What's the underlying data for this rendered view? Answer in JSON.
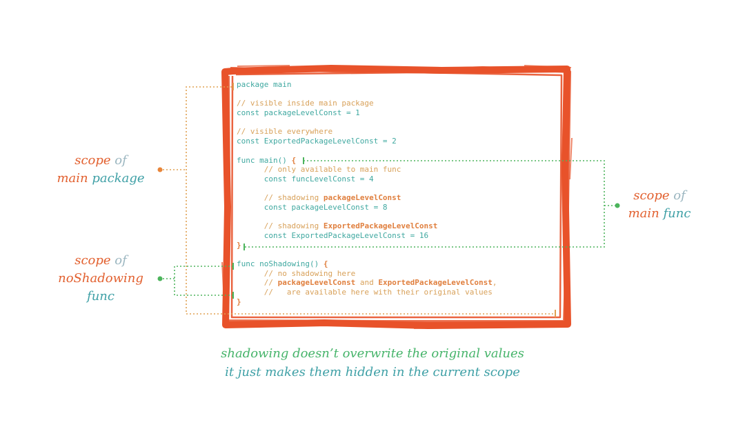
{
  "code": {
    "lines": [
      [
        {
          "t": "package main",
          "c": "teal"
        }
      ],
      [],
      [
        {
          "t": "// visible inside main package",
          "c": "tan"
        }
      ],
      [
        {
          "t": "const packageLevelConst = 1",
          "c": "teal"
        }
      ],
      [],
      [
        {
          "t": "// visible everywhere",
          "c": "tan"
        }
      ],
      [
        {
          "t": "const ExportedPackageLevelConst = 2",
          "c": "teal"
        }
      ],
      [],
      [
        {
          "t": "func main() ",
          "c": "teal"
        },
        {
          "t": "{",
          "c": "tan-b"
        }
      ],
      [
        {
          "t": "      // only available to main func",
          "c": "tan"
        }
      ],
      [
        {
          "t": "      const funcLevelConst = 4",
          "c": "teal"
        }
      ],
      [],
      [
        {
          "t": "      // shadowing ",
          "c": "tan"
        },
        {
          "t": "packageLevelConst",
          "c": "tan-b"
        }
      ],
      [
        {
          "t": "      const packageLevelConst = 8",
          "c": "teal"
        }
      ],
      [],
      [
        {
          "t": "      // shadowing ",
          "c": "tan"
        },
        {
          "t": "ExportedPackageLevelConst",
          "c": "tan-b"
        }
      ],
      [
        {
          "t": "      const ExportedPackageLevelConst = 16",
          "c": "teal"
        }
      ],
      [
        {
          "t": "}",
          "c": "tan-b"
        }
      ],
      [],
      [
        {
          "t": "func noShadowing() ",
          "c": "teal"
        },
        {
          "t": "{",
          "c": "tan-b"
        }
      ],
      [
        {
          "t": "      // no shadowing here",
          "c": "tan"
        }
      ],
      [
        {
          "t": "      // ",
          "c": "tan"
        },
        {
          "t": "packageLevelConst",
          "c": "tan-b"
        },
        {
          "t": " and ",
          "c": "tan"
        },
        {
          "t": "ExportedPackageLevelConst",
          "c": "tan-b"
        },
        {
          "t": ",",
          "c": "tan"
        }
      ],
      [
        {
          "t": "      //   are available here with their original values",
          "c": "tan"
        }
      ],
      [
        {
          "t": "}",
          "c": "tan-b"
        }
      ]
    ]
  },
  "labels": {
    "scope_main_package": {
      "w1": "scope",
      "w2": "of",
      "w3": "main",
      "w4": "package"
    },
    "scope_main_func": {
      "w1": "scope",
      "w2": "of",
      "w3": "main",
      "w4": "func"
    },
    "scope_noshadowing_func": {
      "w1": "scope",
      "w2": "of",
      "w3": "noShadowing",
      "w4": "func"
    }
  },
  "caption": {
    "line1": "shadowing doesn’t overwrite the original values",
    "line2": "it just makes them hidden in the current scope"
  },
  "colors": {
    "frame_red": "#e8522a",
    "package_scope_line": "#e0a050",
    "func_scope_line": "#4cb45c",
    "teal_text": "#3fa8a0",
    "tan_text": "#d8a15a"
  }
}
